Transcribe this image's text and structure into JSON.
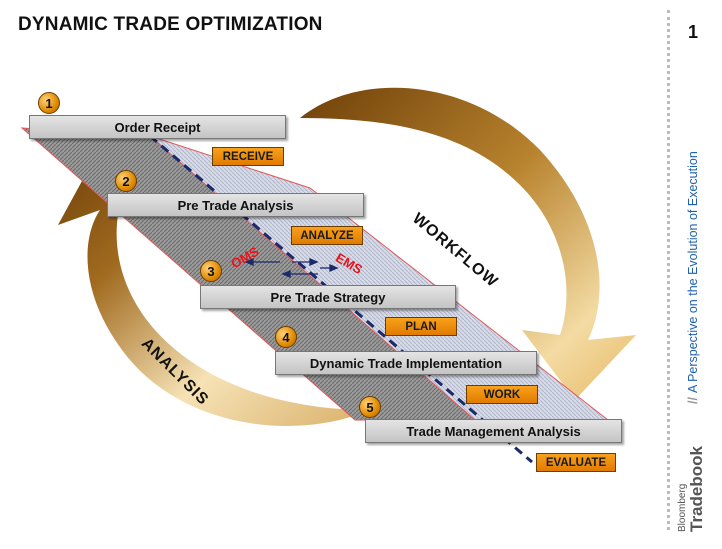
{
  "title": "DYNAMIC TRADE OPTIMIZATION",
  "page_number": "1",
  "side_caption": "A Perspective on the Evolution of Execution",
  "side_separator": "//",
  "brand_top": "Bloomberg",
  "brand_bottom": "Tradebook",
  "steps": [
    {
      "num": "1",
      "label": "Order Receipt",
      "tag": "RECEIVE"
    },
    {
      "num": "2",
      "label": "Pre Trade Analysis",
      "tag": "ANALYZE"
    },
    {
      "num": "3",
      "label": "Pre Trade Strategy",
      "tag": "PLAN"
    },
    {
      "num": "4",
      "label": "Dynamic Trade Implementation",
      "tag": "WORK"
    },
    {
      "num": "5",
      "label": "Trade Management Analysis",
      "tag": "EVALUATE"
    }
  ],
  "systems": {
    "left": "OMS",
    "right": "EMS"
  },
  "cycle": {
    "right": "WORKFLOW",
    "left": "ANALYSIS"
  },
  "colors": {
    "orange": "#f0900f",
    "arrow_dark": "#7a4a0c",
    "arrow_light": "#f2d49a",
    "dash": "#1a2a6a",
    "sys_text": "#e8141b"
  }
}
